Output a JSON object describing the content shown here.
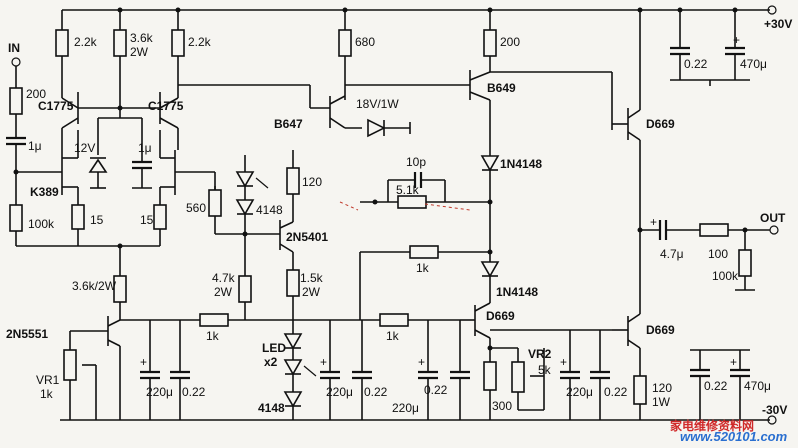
{
  "labels": {
    "in": "IN",
    "r200_in": "200",
    "c1u_in": "1μ",
    "k389": "K389",
    "r100k_l": "100k",
    "r15_a": "15",
    "r15_b": "15",
    "r22k_a": "2.2k",
    "r36k": "3.6k",
    "r36k_w": "2W",
    "r22k_b": "2.2k",
    "c1775_a": "C1775",
    "c1775_b": "C1775",
    "z12v": "12V",
    "c1u_z": "1μ",
    "r680": "680",
    "b647": "B647",
    "z18v": "18V/1W",
    "r200_t": "200",
    "b649": "B649",
    "d669_top": "D669",
    "c022_top": "0.22",
    "c470_top": "470μ",
    "vplus": "+30V",
    "r560": "560",
    "d4148_a": "4148",
    "r120": "120",
    "q2n5401": "2N5401",
    "c10p": "10p",
    "r51k": "5.1k",
    "d1n4148_a": "1N4148",
    "out": "OUT",
    "c47u": "4.7μ",
    "r100": "100",
    "r100k_o": "100k",
    "r1k_mid": "1k",
    "d1n4148_b": "1N4148",
    "r36k_b": "3.6k/2W",
    "r47k": "4.7k",
    "r47k_w": "2W",
    "r15k": "1.5k",
    "r15k_w": "2W",
    "q2n5551": "2N5551",
    "r1k_a": "1k",
    "r1k_b": "1k",
    "d669_mid": "D669",
    "d669_bot": "D669",
    "led": "LED",
    "ledx2": "x2",
    "vr1": "VR1",
    "vr1_v": "1k",
    "c220_a": "220μ",
    "c022_a": "0.22",
    "d4148_b": "4148",
    "c220_b": "220μ",
    "c022_b": "0.22",
    "c220_c": "220μ",
    "c022_c": "0.22",
    "r300": "300",
    "vr2": "VR2",
    "vr2_v": "5k",
    "c220_d": "220μ",
    "c022_d": "0.22",
    "r120_b": "120",
    "r120_bw": "1W",
    "c022_bot": "0.22",
    "c470_bot": "470μ",
    "vminus": "-30V",
    "watermark_cn": "家电维修资料网",
    "watermark_url": "www.520101.com"
  }
}
